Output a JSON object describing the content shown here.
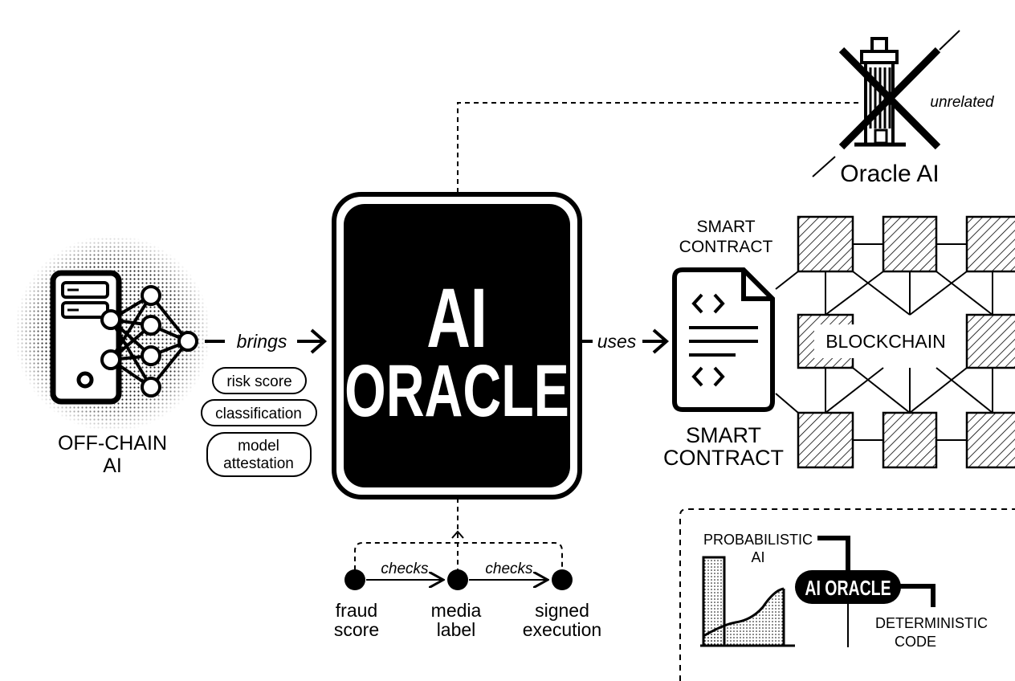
{
  "offchain": {
    "line1": "OFF-CHAIN",
    "line2": "AI"
  },
  "brings_label": "brings",
  "pills": [
    "risk score",
    "classification",
    "model",
    "attestation"
  ],
  "oracle": {
    "line1": "AI",
    "line2": "ORACLE"
  },
  "uses_label": "uses",
  "unrelated_label": "unrelated",
  "oracle_ai_company": "Oracle AI",
  "smart_contract_top": {
    "line1": "SMART",
    "line2": "CONTRACT"
  },
  "smart_contract_bottom": {
    "line1": "SMART",
    "line2": "CONTRACT"
  },
  "blockchain_label": "BLOCKCHAIN",
  "flow": {
    "checks_1": "checks",
    "checks_2": "checks",
    "nodes": [
      {
        "line1": "fraud",
        "line2": "score"
      },
      {
        "line1": "media",
        "line2": "label"
      },
      {
        "line1": "signed",
        "line2": "execution"
      }
    ]
  },
  "inset": {
    "probabilistic_line1": "PROBABILISTIC",
    "probabilistic_line2": "AI",
    "ai_oracle": "AI ORACLE",
    "deterministic_line1": "DETERMINISTIC",
    "deterministic_line2": "CODE"
  }
}
